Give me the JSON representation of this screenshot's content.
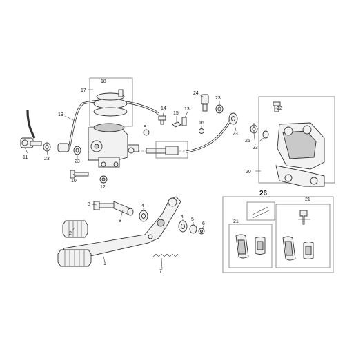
{
  "part_numbers": {
    "p1": "1",
    "p2": "2",
    "p3": "3",
    "p4a": "4",
    "p4b": "4",
    "p5": "5",
    "p6": "6",
    "p7": "7",
    "p8": "8",
    "p9": "9",
    "p10": "10",
    "p11": "11",
    "p12": "12",
    "p13": "13",
    "p14": "14",
    "p15": "15",
    "p16": "16",
    "p17": "17",
    "p18": "18",
    "p19": "19",
    "p20": "20",
    "p21a": "21",
    "p21b": "21",
    "p22": "22",
    "p23a": "23",
    "p23b": "23",
    "p23c": "23",
    "p23d": "23",
    "p23e": "23",
    "p24": "24",
    "p25": "25",
    "p26": "26"
  }
}
